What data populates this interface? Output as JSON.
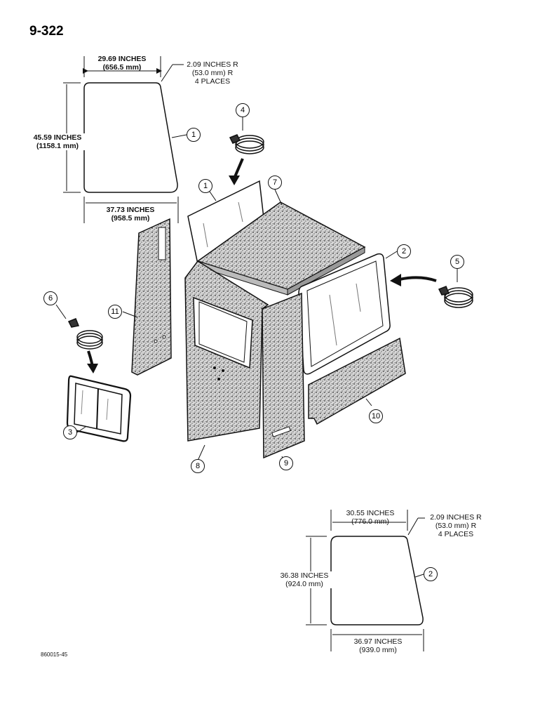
{
  "page_number": "9-322",
  "reference_code": "860015-45",
  "glass_1": {
    "top_width_in": "29.69 INCHES",
    "top_width_mm": "(656.5 mm)",
    "radius_in": "2.09 INCHES R",
    "radius_mm": "(53.0 mm) R",
    "radius_places": "4 PLACES",
    "height_in": "45.59 INCHES",
    "height_mm": "(1158.1 mm)",
    "bottom_width_in": "37.73 INCHES",
    "bottom_width_mm": "(958.5 mm)"
  },
  "glass_2": {
    "top_width_in": "30.55 INCHES",
    "top_width_mm": "(776.0 mm)",
    "radius_in": "2.09 INCHES R",
    "radius_mm": "(53.0 mm) R",
    "radius_places": "4 PLACES",
    "height_in": "36.38 INCHES",
    "height_mm": "(924.0 mm)",
    "bottom_width_in": "36.97 INCHES",
    "bottom_width_mm": "(939.0 mm)"
  },
  "callouts": [
    "1",
    "1",
    "2",
    "2",
    "3",
    "4",
    "5",
    "6",
    "7",
    "8",
    "9",
    "10",
    "11"
  ]
}
